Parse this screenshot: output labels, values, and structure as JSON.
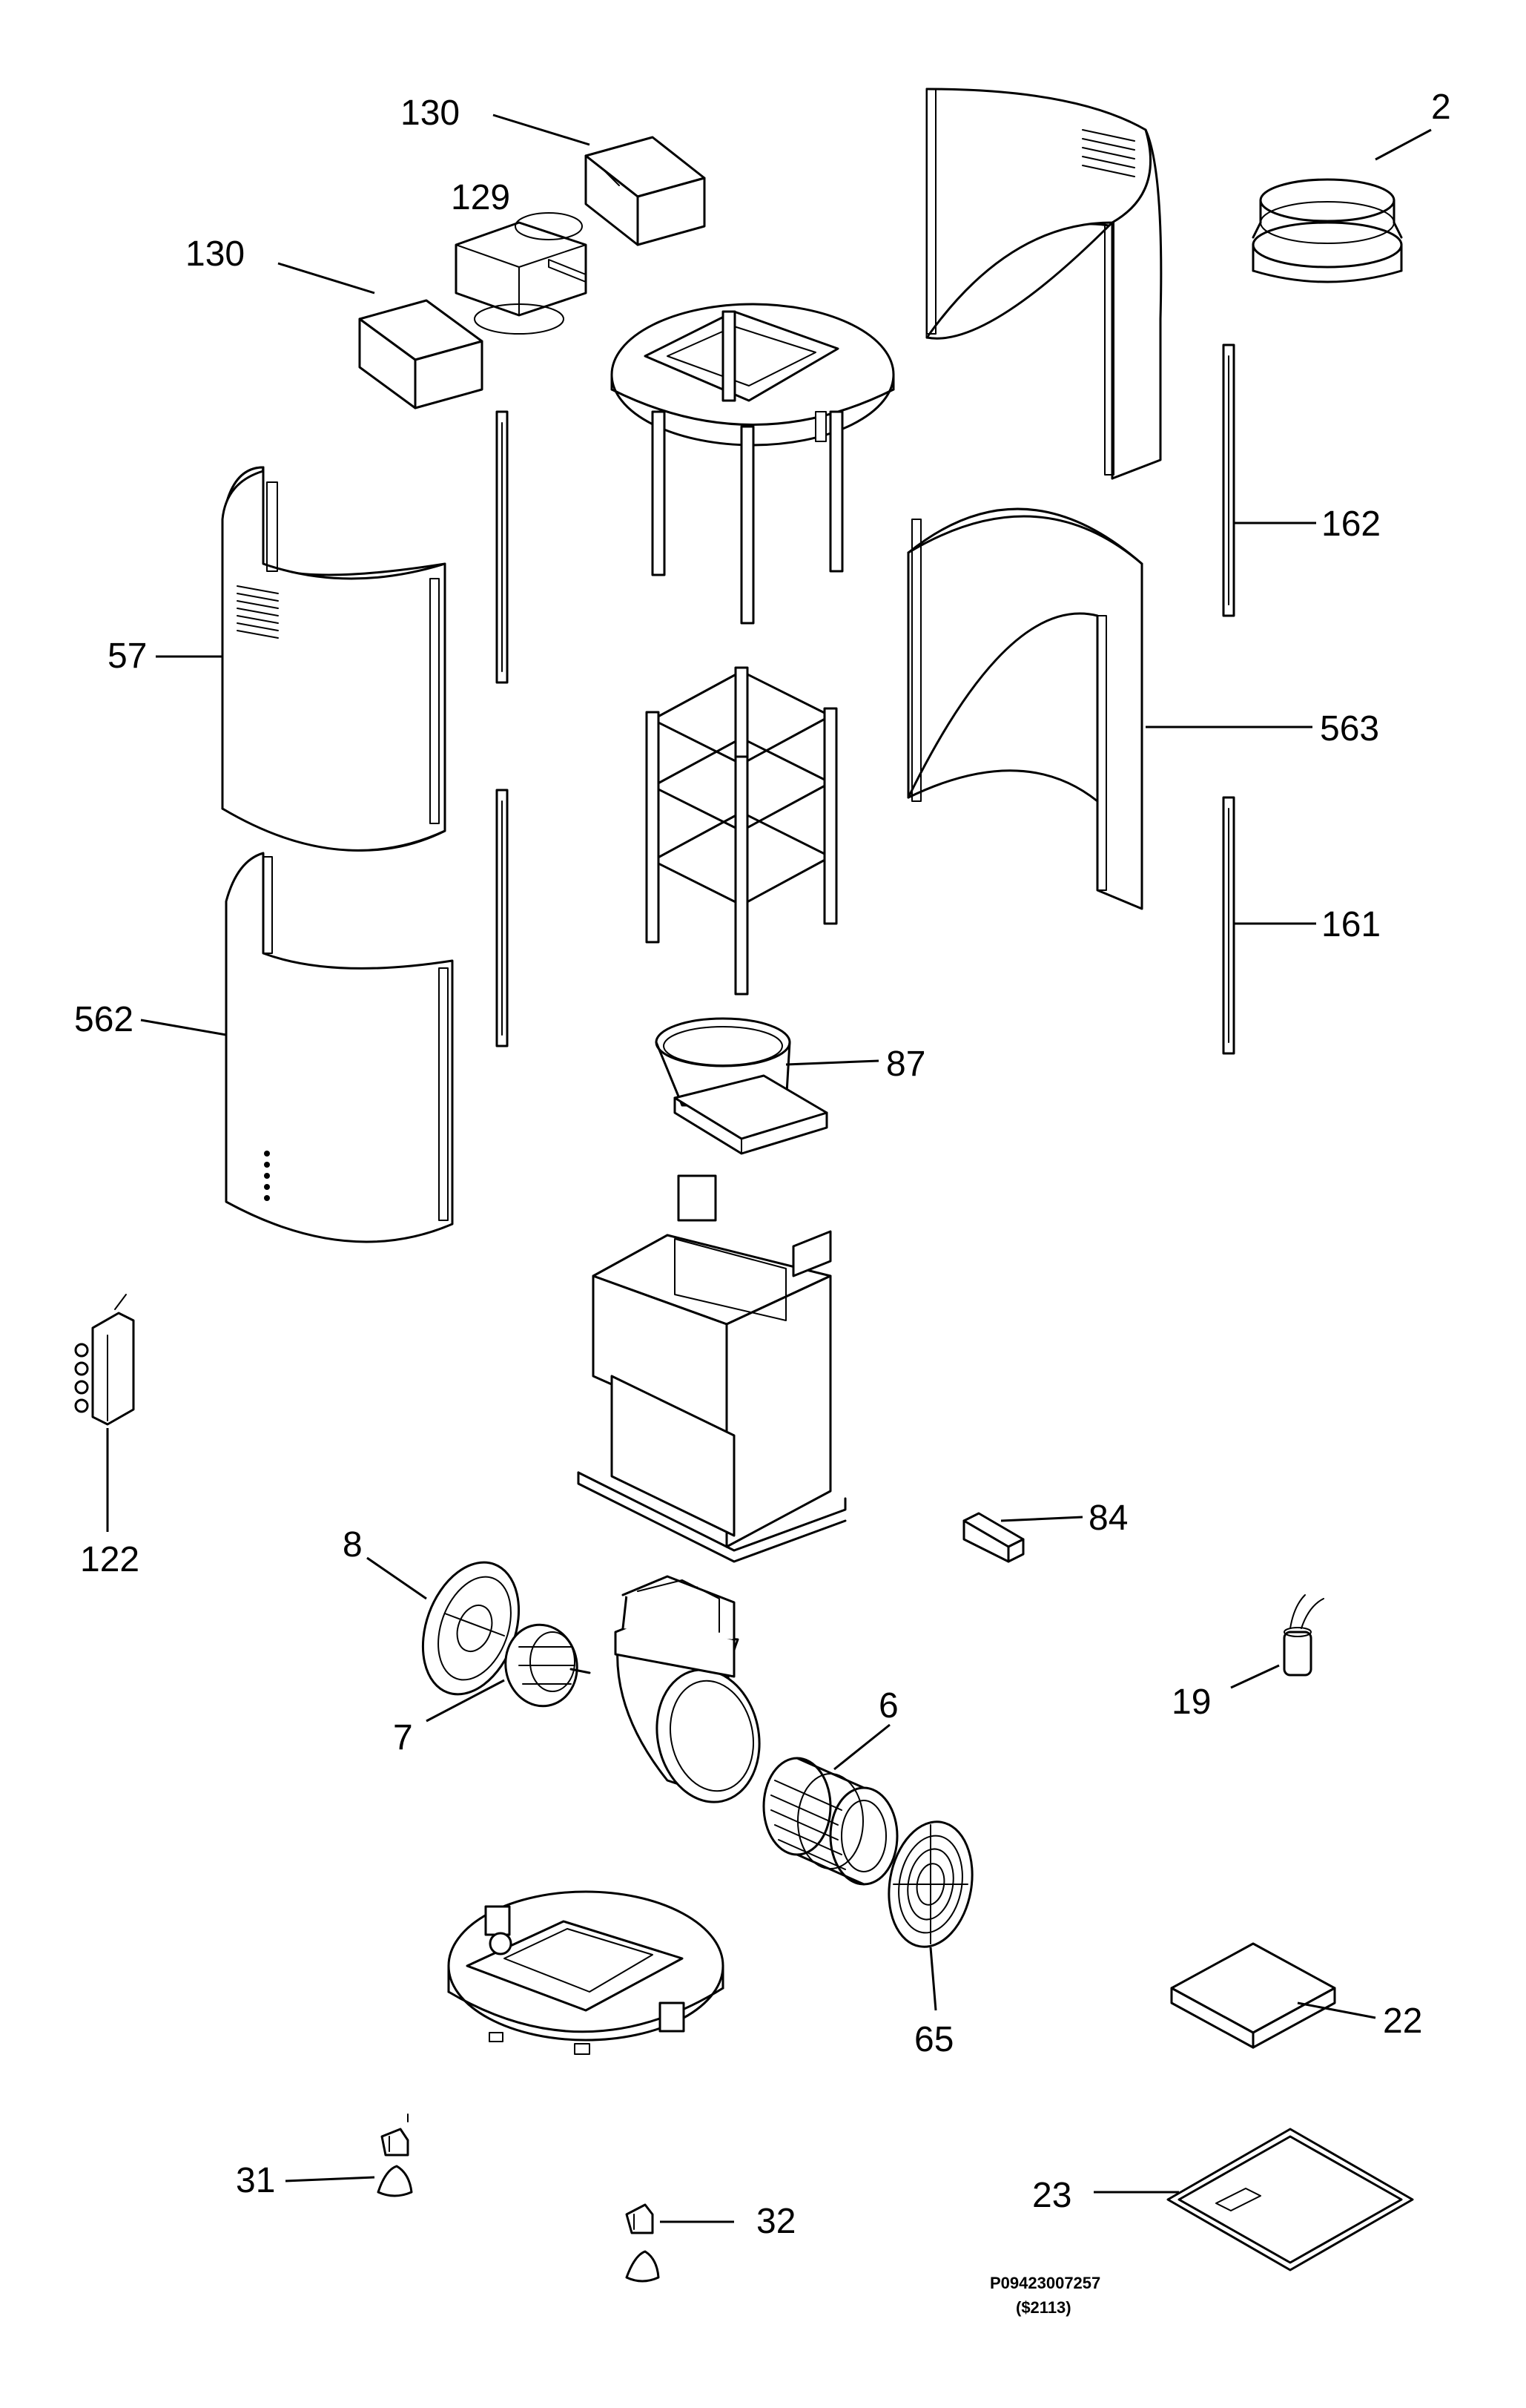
{
  "labels": {
    "p130a": "130",
    "p130b": "130",
    "p129": "129",
    "p2": "2",
    "p162": "162",
    "p57": "57",
    "p563": "563",
    "p161": "161",
    "p562": "562",
    "p87": "87",
    "p122": "122",
    "p84": "84",
    "p8": "8",
    "p7": "7",
    "p6": "6",
    "p19": "19",
    "p22": "22",
    "p65": "65",
    "p31": "31",
    "p32": "32",
    "p23": "23"
  },
  "footer": {
    "code": "P09423007257",
    "rev": "($2113)"
  }
}
